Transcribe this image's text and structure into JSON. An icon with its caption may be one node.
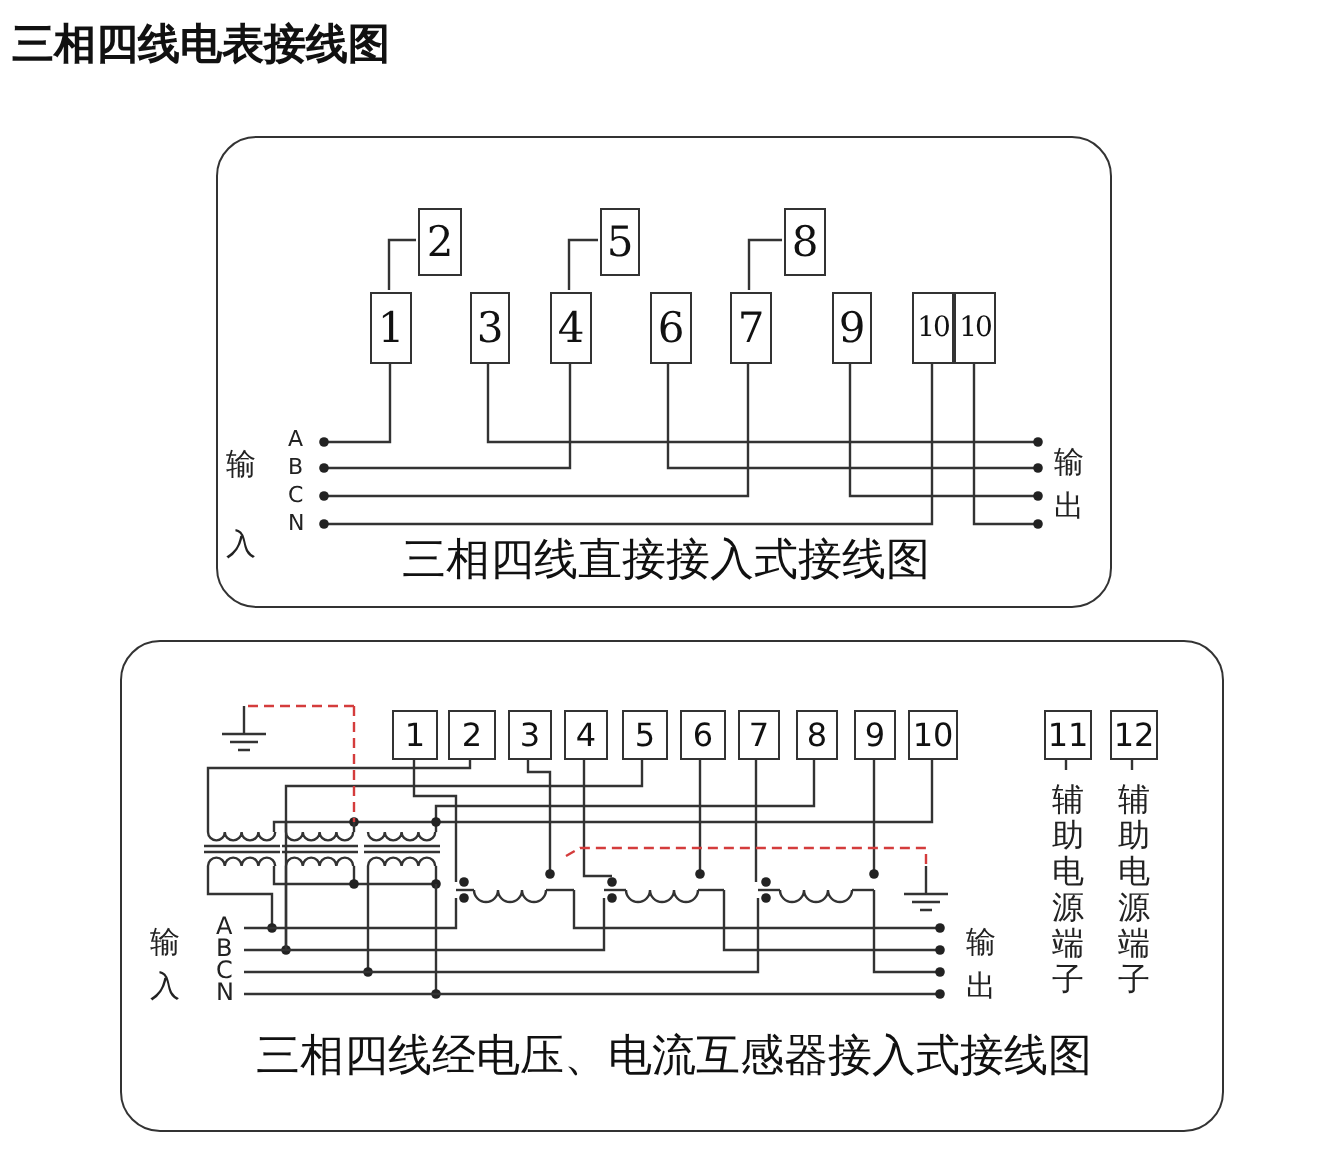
{
  "diagram": {
    "title": "三相四线电表接线图",
    "nodes": [
      {
        "text": [
          "三相四线直接接入式接线图"
        ]
      },
      {
        "text": [
          "1"
        ],
        "in": 0
      },
      {
        "text": [
          "2"
        ],
        "in": 0
      },
      {
        "text": [
          "3"
        ],
        "in": 0
      },
      {
        "text": [
          "4"
        ],
        "in": 0
      },
      {
        "text": [
          "5"
        ],
        "in": 0
      },
      {
        "text": [
          "6"
        ],
        "in": 0
      },
      {
        "text": [
          "7"
        ],
        "in": 0
      },
      {
        "text": [
          "8"
        ],
        "in": 0
      },
      {
        "text": [
          "9"
        ],
        "in": 0
      },
      {
        "text": [
          "10"
        ],
        "in": 0
      },
      {
        "text": [
          "10"
        ],
        "in": 0
      },
      {
        "text": [
          "三相四线经电压、电流互感器接入式接线图"
        ]
      },
      {
        "text": [
          "1"
        ],
        "in": 12
      },
      {
        "text": [
          "2"
        ],
        "in": 12
      },
      {
        "text": [
          "3"
        ],
        "in": 12
      },
      {
        "text": [
          "4"
        ],
        "in": 12
      },
      {
        "text": [
          "5"
        ],
        "in": 12
      },
      {
        "text": [
          "6"
        ],
        "in": 12
      },
      {
        "text": [
          "7"
        ],
        "in": 12
      },
      {
        "text": [
          "8"
        ],
        "in": 12
      },
      {
        "text": [
          "9"
        ],
        "in": 12
      },
      {
        "text": [
          "10"
        ],
        "in": 12
      },
      {
        "text": [
          "11"
        ],
        "in": 12,
        "beside": [
          "辅助电源端子"
        ]
      },
      {
        "text": [
          "12"
        ],
        "in": 12,
        "beside": [
          "辅助电源端子"
        ]
      }
    ],
    "edges": [
      {
        "from": 1,
        "to": 2,
        "arrow": "none"
      },
      {
        "from": 4,
        "to": 5,
        "arrow": "none"
      },
      {
        "from": 7,
        "to": 8,
        "arrow": "none"
      }
    ],
    "labels": [
      "输入",
      "A",
      "B",
      "C",
      "N",
      "输出",
      "输入",
      "A",
      "B",
      "C",
      "N",
      "输出"
    ]
  }
}
